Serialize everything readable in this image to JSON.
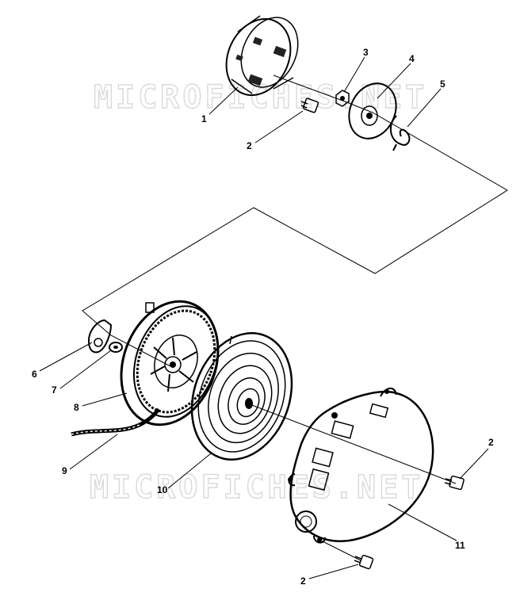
{
  "watermark": {
    "top": "MICROFICHES.NET",
    "bottom": "MICROFICHES.NET"
  },
  "callouts": [
    {
      "id": "c1",
      "label": "1"
    },
    {
      "id": "c2a",
      "label": "2"
    },
    {
      "id": "c3",
      "label": "3"
    },
    {
      "id": "c4",
      "label": "4"
    },
    {
      "id": "c5",
      "label": "5"
    },
    {
      "id": "c6",
      "label": "6"
    },
    {
      "id": "c7",
      "label": "7"
    },
    {
      "id": "c8",
      "label": "8"
    },
    {
      "id": "c9",
      "label": "9"
    },
    {
      "id": "c10",
      "label": "10"
    },
    {
      "id": "c2b",
      "label": "2"
    },
    {
      "id": "c11",
      "label": "11"
    },
    {
      "id": "c2c",
      "label": "2"
    }
  ]
}
